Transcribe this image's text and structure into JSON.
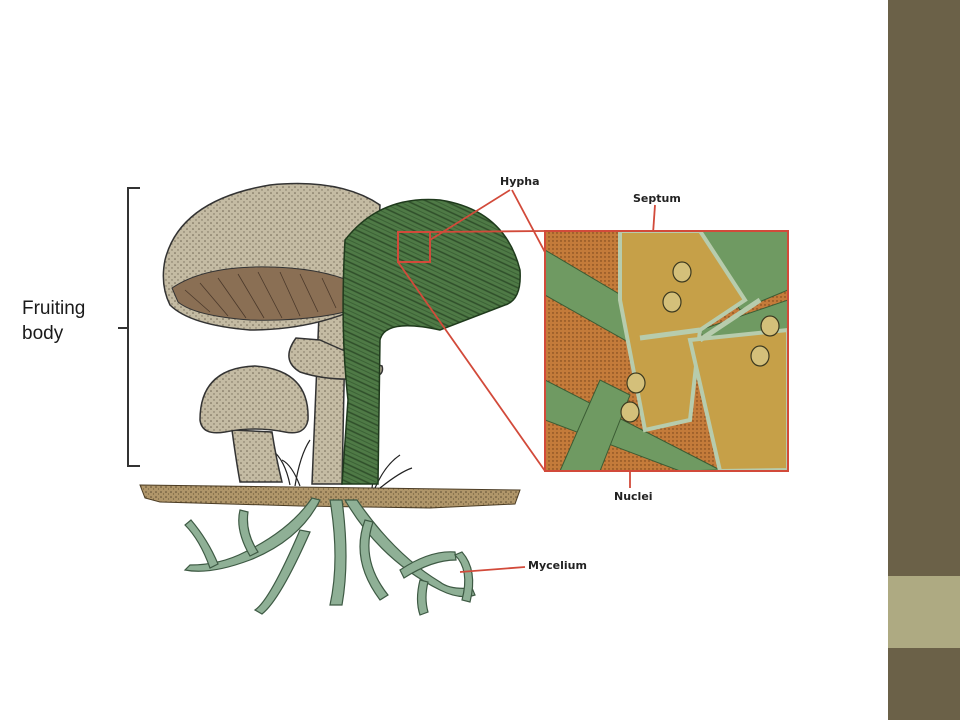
{
  "slide": {
    "label": {
      "line1": "Fruiting",
      "line2": "body"
    },
    "callouts": {
      "hypha": "Hypha",
      "septum": "Septum",
      "nuclei": "Nuclei",
      "mycelium": "Mycelium"
    },
    "colors": {
      "side_bar": "#6b6148",
      "side_accent": "#aeaa82",
      "cap": "#bdb39a",
      "gills": "#8a6f54",
      "hyphae_green": "#5c8a52",
      "mycelium": "#8fb096",
      "soil": "#a88d5f",
      "zoom_border": "#d24a3a",
      "zoom_tan": "#c6a048",
      "zoom_orange": "#c07a3c"
    }
  }
}
